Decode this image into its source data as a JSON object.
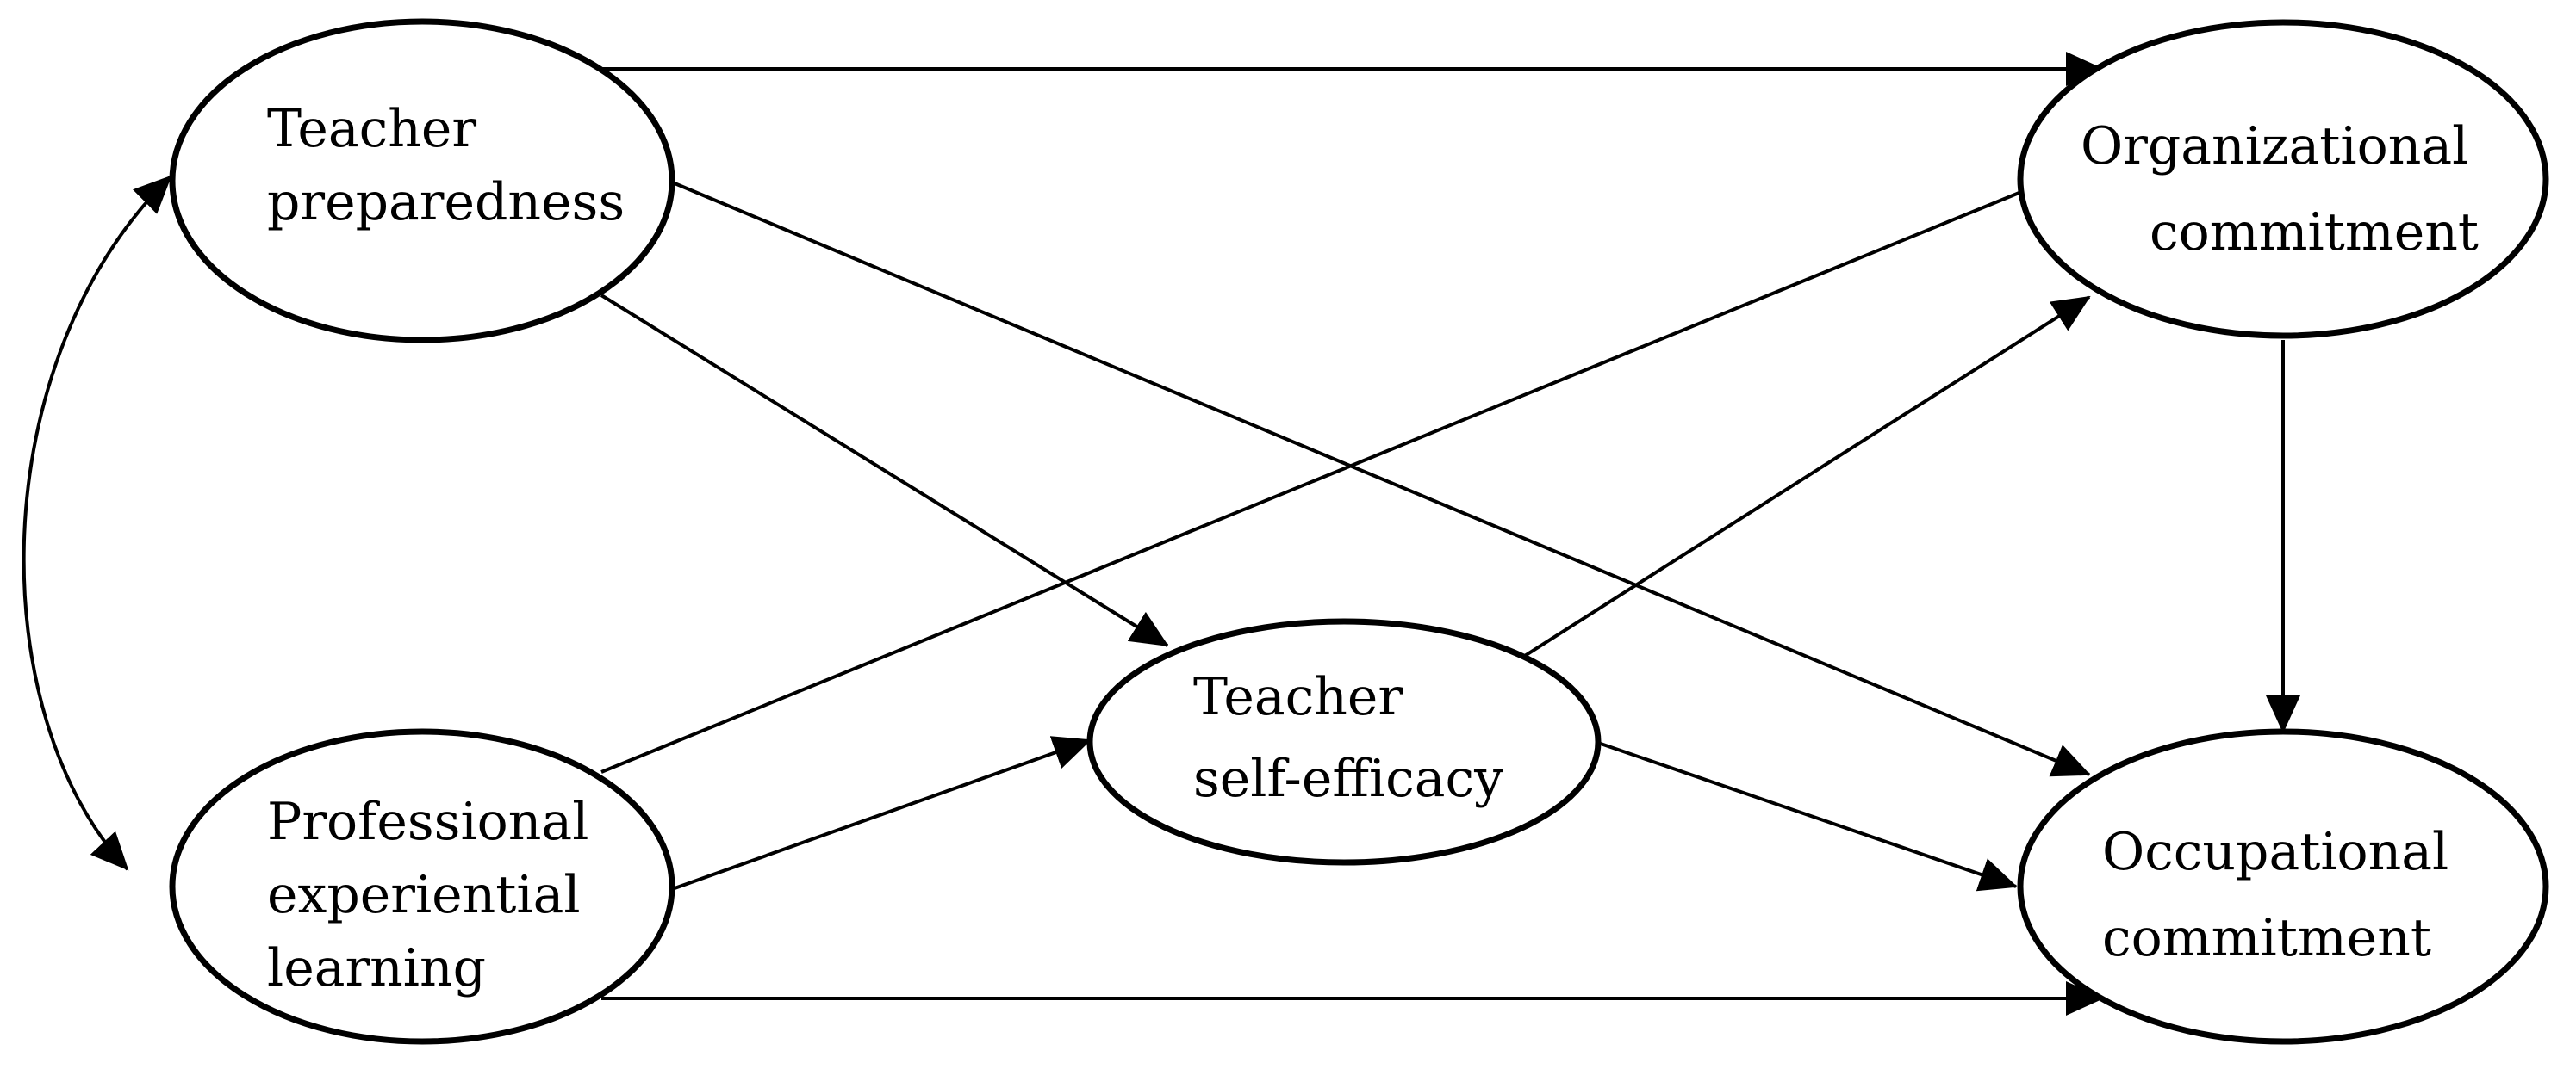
{
  "nodes": {
    "teacher_preparedness": {
      "lines": [
        "Teacher",
        "preparedness"
      ]
    },
    "professional_experiential_learning": {
      "lines": [
        "Professional",
        "experiential",
        "learning"
      ]
    },
    "teacher_self_efficacy": {
      "lines": [
        "Teacher",
        "self-efficacy"
      ]
    },
    "organizational_commitment": {
      "lines": [
        "Organizational",
        "commitment"
      ]
    },
    "occupational_commitment": {
      "lines": [
        "Occupational",
        "commitment"
      ]
    }
  },
  "edges": [
    {
      "from": "teacher_preparedness",
      "to": "organizational_commitment"
    },
    {
      "from": "teacher_preparedness",
      "to": "occupational_commitment"
    },
    {
      "from": "teacher_preparedness",
      "to": "teacher_self_efficacy"
    },
    {
      "from": "professional_experiential_learning",
      "to": "organizational_commitment"
    },
    {
      "from": "professional_experiential_learning",
      "to": "teacher_self_efficacy"
    },
    {
      "from": "professional_experiential_learning",
      "to": "occupational_commitment"
    },
    {
      "from": "teacher_self_efficacy",
      "to": "organizational_commitment"
    },
    {
      "from": "teacher_self_efficacy",
      "to": "occupational_commitment"
    },
    {
      "from": "organizational_commitment",
      "to": "occupational_commitment"
    },
    {
      "from": "teacher_preparedness",
      "to": "professional_experiential_learning",
      "bidirectional": true
    }
  ]
}
